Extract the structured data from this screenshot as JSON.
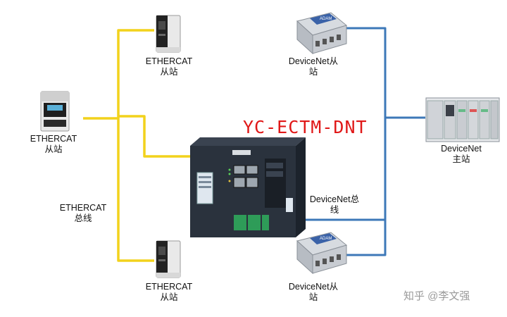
{
  "title": "YC-ECTM-DNT",
  "colors": {
    "ethercat_line": "#f2d21c",
    "devicenet_line": "#3d78b8",
    "title": "#e01818"
  },
  "labels": {
    "ethercat_slave_top": [
      "ETHERCAT",
      "从站"
    ],
    "ethercat_slave_left": [
      "ETHERCAT",
      "从站"
    ],
    "ethercat_slave_bottom": [
      "ETHERCAT",
      "从站"
    ],
    "ethercat_bus": [
      "ETHERCAT",
      "总线"
    ],
    "devicenet_slave_top": [
      "DeviceNet从",
      "站"
    ],
    "devicenet_slave_bottom": [
      "DeviceNet从",
      "站"
    ],
    "devicenet_master": [
      "DeviceNet",
      "主站"
    ],
    "devicenet_bus": [
      "DeviceNet总",
      "线"
    ]
  },
  "device_brand": "ADAM",
  "watermark": "知乎 @李文强",
  "icons": [
    "ethercat-slave-drive-icon",
    "gateway-device-icon",
    "devicenet-io-module-icon",
    "plc-rack-icon"
  ]
}
